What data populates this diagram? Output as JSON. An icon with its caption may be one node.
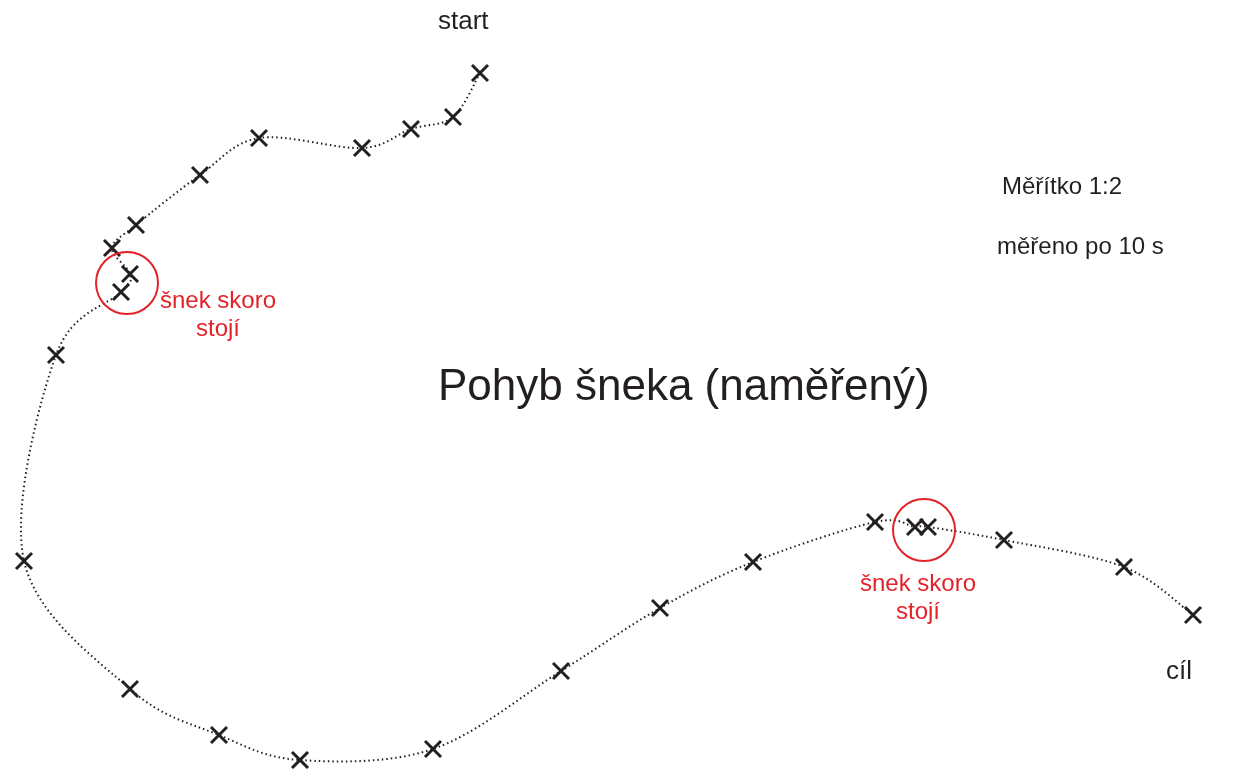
{
  "diagram": {
    "title": "Pohyb šneka (naměřený)",
    "labels": [
      "start",
      "Měřítko 1:2",
      "měřeno po 10 s",
      "šnek skoro stojí",
      "šnek skoro stojí",
      "cíl"
    ]
  }
}
